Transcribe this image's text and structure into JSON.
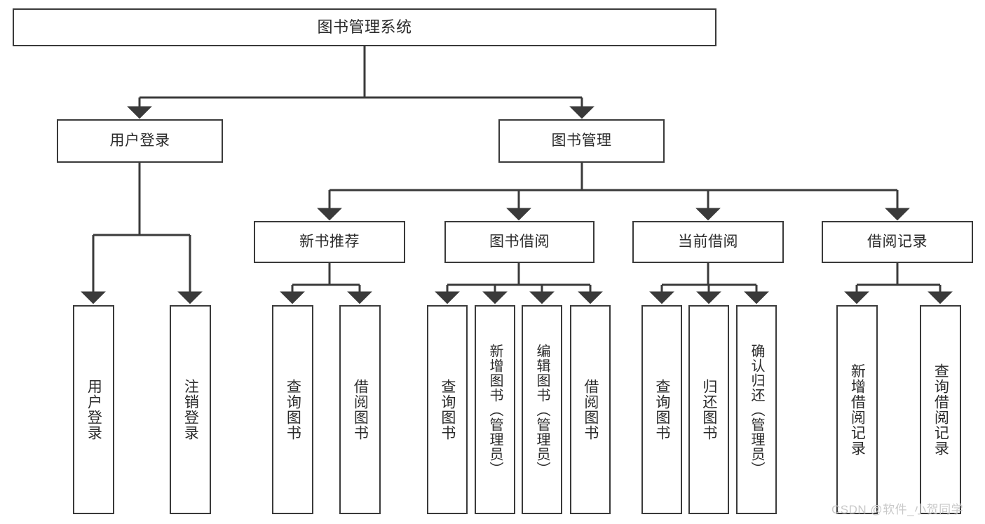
{
  "diagram": {
    "title": "图书管理系统",
    "watermark": "CSDN @软件_小贺同学",
    "colors": {
      "stroke": "#3a3a3a",
      "text": "#2b2b2b",
      "background": "#ffffff",
      "watermark": "#c9c9c9"
    },
    "levels": {
      "root": {
        "label": "图书管理系统"
      },
      "level2": [
        {
          "label": "用户登录"
        },
        {
          "label": "图书管理"
        }
      ],
      "level3": [
        {
          "label": "新书推荐"
        },
        {
          "label": "图书借阅"
        },
        {
          "label": "当前借阅"
        },
        {
          "label": "借阅记录"
        }
      ],
      "leaves": [
        {
          "label": "用户登录"
        },
        {
          "label": "注销登录"
        },
        {
          "label": "查询图书"
        },
        {
          "label": "借阅图书"
        },
        {
          "label": "查询图书"
        },
        {
          "label": "新增图书（管理员）"
        },
        {
          "label": "编辑图书（管理员）"
        },
        {
          "label": "借阅图书"
        },
        {
          "label": "查询图书"
        },
        {
          "label": "归还图书"
        },
        {
          "label": "确认归还（管理员）"
        },
        {
          "label": "新增借阅记录"
        },
        {
          "label": "查询借阅记录"
        }
      ]
    }
  }
}
